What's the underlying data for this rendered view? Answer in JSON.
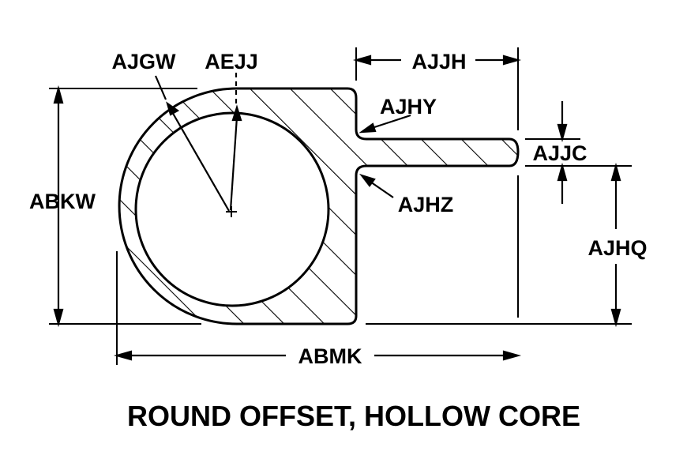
{
  "title": "ROUND OFFSET, HOLLOW CORE",
  "labels": {
    "ajgw": "AJGW",
    "aejj": "AEJJ",
    "ajjh": "AJJH",
    "ajhy": "AJHY",
    "ajjc": "AJJC",
    "abkw": "ABKW",
    "ajhz": "AJHZ",
    "ajhq": "AJHQ",
    "abmk": "ABMK"
  },
  "colors": {
    "ink": "#000000",
    "background": "#ffffff"
  }
}
